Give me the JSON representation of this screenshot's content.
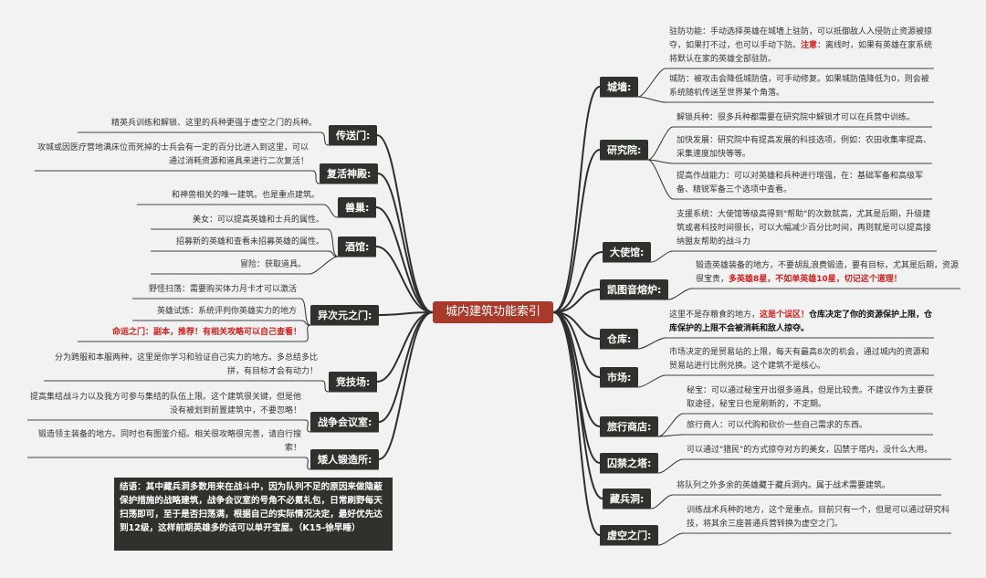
{
  "center": "城内建筑功能索引",
  "right": [
    {
      "id": "chengqiang",
      "label": "城墙:",
      "leaves": [
        [
          {
            "t": "驻防功能：手动选择英雄在城墙上驻防，可以抵御敌人入侵防止资源被掠夺，如果打不过，也可以手动下防。"
          },
          {
            "t": "注意",
            "s": "red"
          },
          {
            "t": "：离线时，如果有英雄在家系统将默认在家的英雄全部驻防。"
          }
        ],
        [
          {
            "t": "城防：被攻击会降低城防值，可手动修复。如果城防值降低为0，则会被系统随机传送至世界某个角落。"
          }
        ]
      ]
    },
    {
      "id": "yanjiuyuan",
      "label": "研究院:",
      "leaves": [
        [
          {
            "t": "解锁兵种：很多兵种都需要在研究院中解锁才可以在兵营中训练。"
          }
        ],
        [
          {
            "t": "加快发展：研究院中有提高发展的科技选项，例如：农田收集率提高、采集速度加快等等。"
          }
        ],
        [
          {
            "t": "提高作战能力：可以对英雄和兵种进行增强，在：基础军备和高级军备、精锐军备三个选项中查看。"
          }
        ]
      ]
    },
    {
      "id": "dashiguan",
      "label": "大使馆:",
      "leaves": [
        [
          {
            "t": "支援系统：大使馆等级高得到\"帮助\"的次数就高，尤其是后期，升级建筑或者科技时间很长，可以大幅减少百分比时间，再则就是可以提高接纳盟友帮助的战斗力"
          }
        ]
      ]
    },
    {
      "id": "kaitu",
      "label": "凯图音熔炉:",
      "leaves": [
        [
          {
            "t": "锻造英雄装备的地方，不要胡乱浪费锻造，要有目标，尤其是后期，资源很宝贵，"
          },
          {
            "t": "多英雄8星，不如单英雄10星，切记这个道理！",
            "s": "red"
          }
        ]
      ]
    },
    {
      "id": "cangku",
      "label": "仓库:",
      "leaves": [
        [
          {
            "t": "这里不是存粮食的地方，"
          },
          {
            "t": "这是个误区！",
            "s": "red"
          },
          {
            "t": "仓库决定了你的资源保护上限，仓库保护的上限不会被消耗和敌人掠夺。",
            "s": "strong"
          }
        ]
      ]
    },
    {
      "id": "shichang",
      "label": "市场:",
      "leaves": [
        [
          {
            "t": "市场决定的是贸易站的上限，每天有最高8次的机会，通过城内的资源和贸易站进行比例兑换。这个建筑不是核心。"
          }
        ]
      ]
    },
    {
      "id": "lvxing",
      "label": "旅行商店:",
      "leaves": [
        [
          {
            "t": "秘宝：可以通过秘宝开出很多道具，但是比较贵。不建议作为主要获取途径，秘宝日也是刷新的，不定期。"
          }
        ],
        [
          {
            "t": "旅行商人：可以代购和砍价一些自己需求的东西。"
          }
        ]
      ]
    },
    {
      "id": "qiujin",
      "label": "囚禁之塔:",
      "leaves": [
        [
          {
            "t": "可以通过\"猎民\"的方式掠夺对方的美女，囚禁于塔内，没什么大用。"
          }
        ]
      ]
    },
    {
      "id": "cangbing",
      "label": "藏兵洞:",
      "leaves": [
        [
          {
            "t": "将队列之外多余的英雄藏于藏兵洞内。属于战术需要建筑。"
          }
        ]
      ]
    },
    {
      "id": "xukong",
      "label": "虚空之门:",
      "leaves": [
        [
          {
            "t": "训练战术兵种的地方，这个是重点。目前只有一个，但是可以通过研究科技，将其余三座普通兵营转换为虚空之门。"
          }
        ]
      ]
    }
  ],
  "left": [
    {
      "id": "chuansong",
      "label": "传送门:",
      "leaves": [
        [
          {
            "t": "精英兵训练和解锁、这里的兵种更强于虚空之门的兵种。"
          }
        ]
      ]
    },
    {
      "id": "fuhuo",
      "label": "复活神殿:",
      "leaves": [
        [
          {
            "t": "攻城或因医疗营地满床位而死掉的士兵会有一定的百分比进入到这里，可以通过消耗资源和道具来进行二次复活！"
          }
        ]
      ]
    },
    {
      "id": "shouchao",
      "label": "兽巢:",
      "leaves": [
        [
          {
            "t": "和神兽相关的唯一建筑。也是重点建筑。"
          }
        ]
      ]
    },
    {
      "id": "jiuguan",
      "label": "酒馆:",
      "leaves": [
        [
          {
            "t": "美女：可以提高英雄和士兵的属性。"
          }
        ],
        [
          {
            "t": "招募新的英雄和查看未招募英雄的属性。"
          }
        ],
        [
          {
            "t": "冒险：获取道具。"
          }
        ]
      ]
    },
    {
      "id": "yiciyuan",
      "label": "异次元之门:",
      "leaves": [
        [
          {
            "t": "野怪扫荡：需要购买体力月卡才可以激活"
          }
        ],
        [
          {
            "t": "英雄试炼：系统评判你英雄实力的地方"
          }
        ],
        [
          {
            "t": "命运之门：副本，推荐！有相关攻略可以自己查看！",
            "s": "red"
          }
        ]
      ]
    },
    {
      "id": "jingji",
      "label": "竞技场:",
      "leaves": [
        [
          {
            "t": "分为跨服和本服两种，这里是你学习和验证自己实力的地方。多总结多比拼，有目标才会有动力！"
          }
        ]
      ]
    },
    {
      "id": "zhanzheng",
      "label": "战争会议室:",
      "leaves": [
        [
          {
            "t": "提高集结战斗力以及我方可参与集结的队伍上限。这个建筑很关键，但是他没有被划到前置建筑中，不要忽略！"
          }
        ]
      ]
    },
    {
      "id": "airen",
      "label": "矮人锻造所:",
      "leaves": [
        [
          {
            "t": "锻造领主装备的地方。同时也有图鉴介绍。相关很攻略很完善，请自行搜索！"
          }
        ]
      ]
    }
  ],
  "summary": "结语：其中藏兵洞多数用来在战斗中，因为队列不足的原因来做隐蔽保护措施的战略建筑，战争会议室的号角不必氪礼包，日常刷野每天扫荡即可，至于是否扫荡满，根据自己的实际情况决定，最好优先达到12级，这样前期英雄多的话可以单开宝屋。（K15-徐早睡）"
}
